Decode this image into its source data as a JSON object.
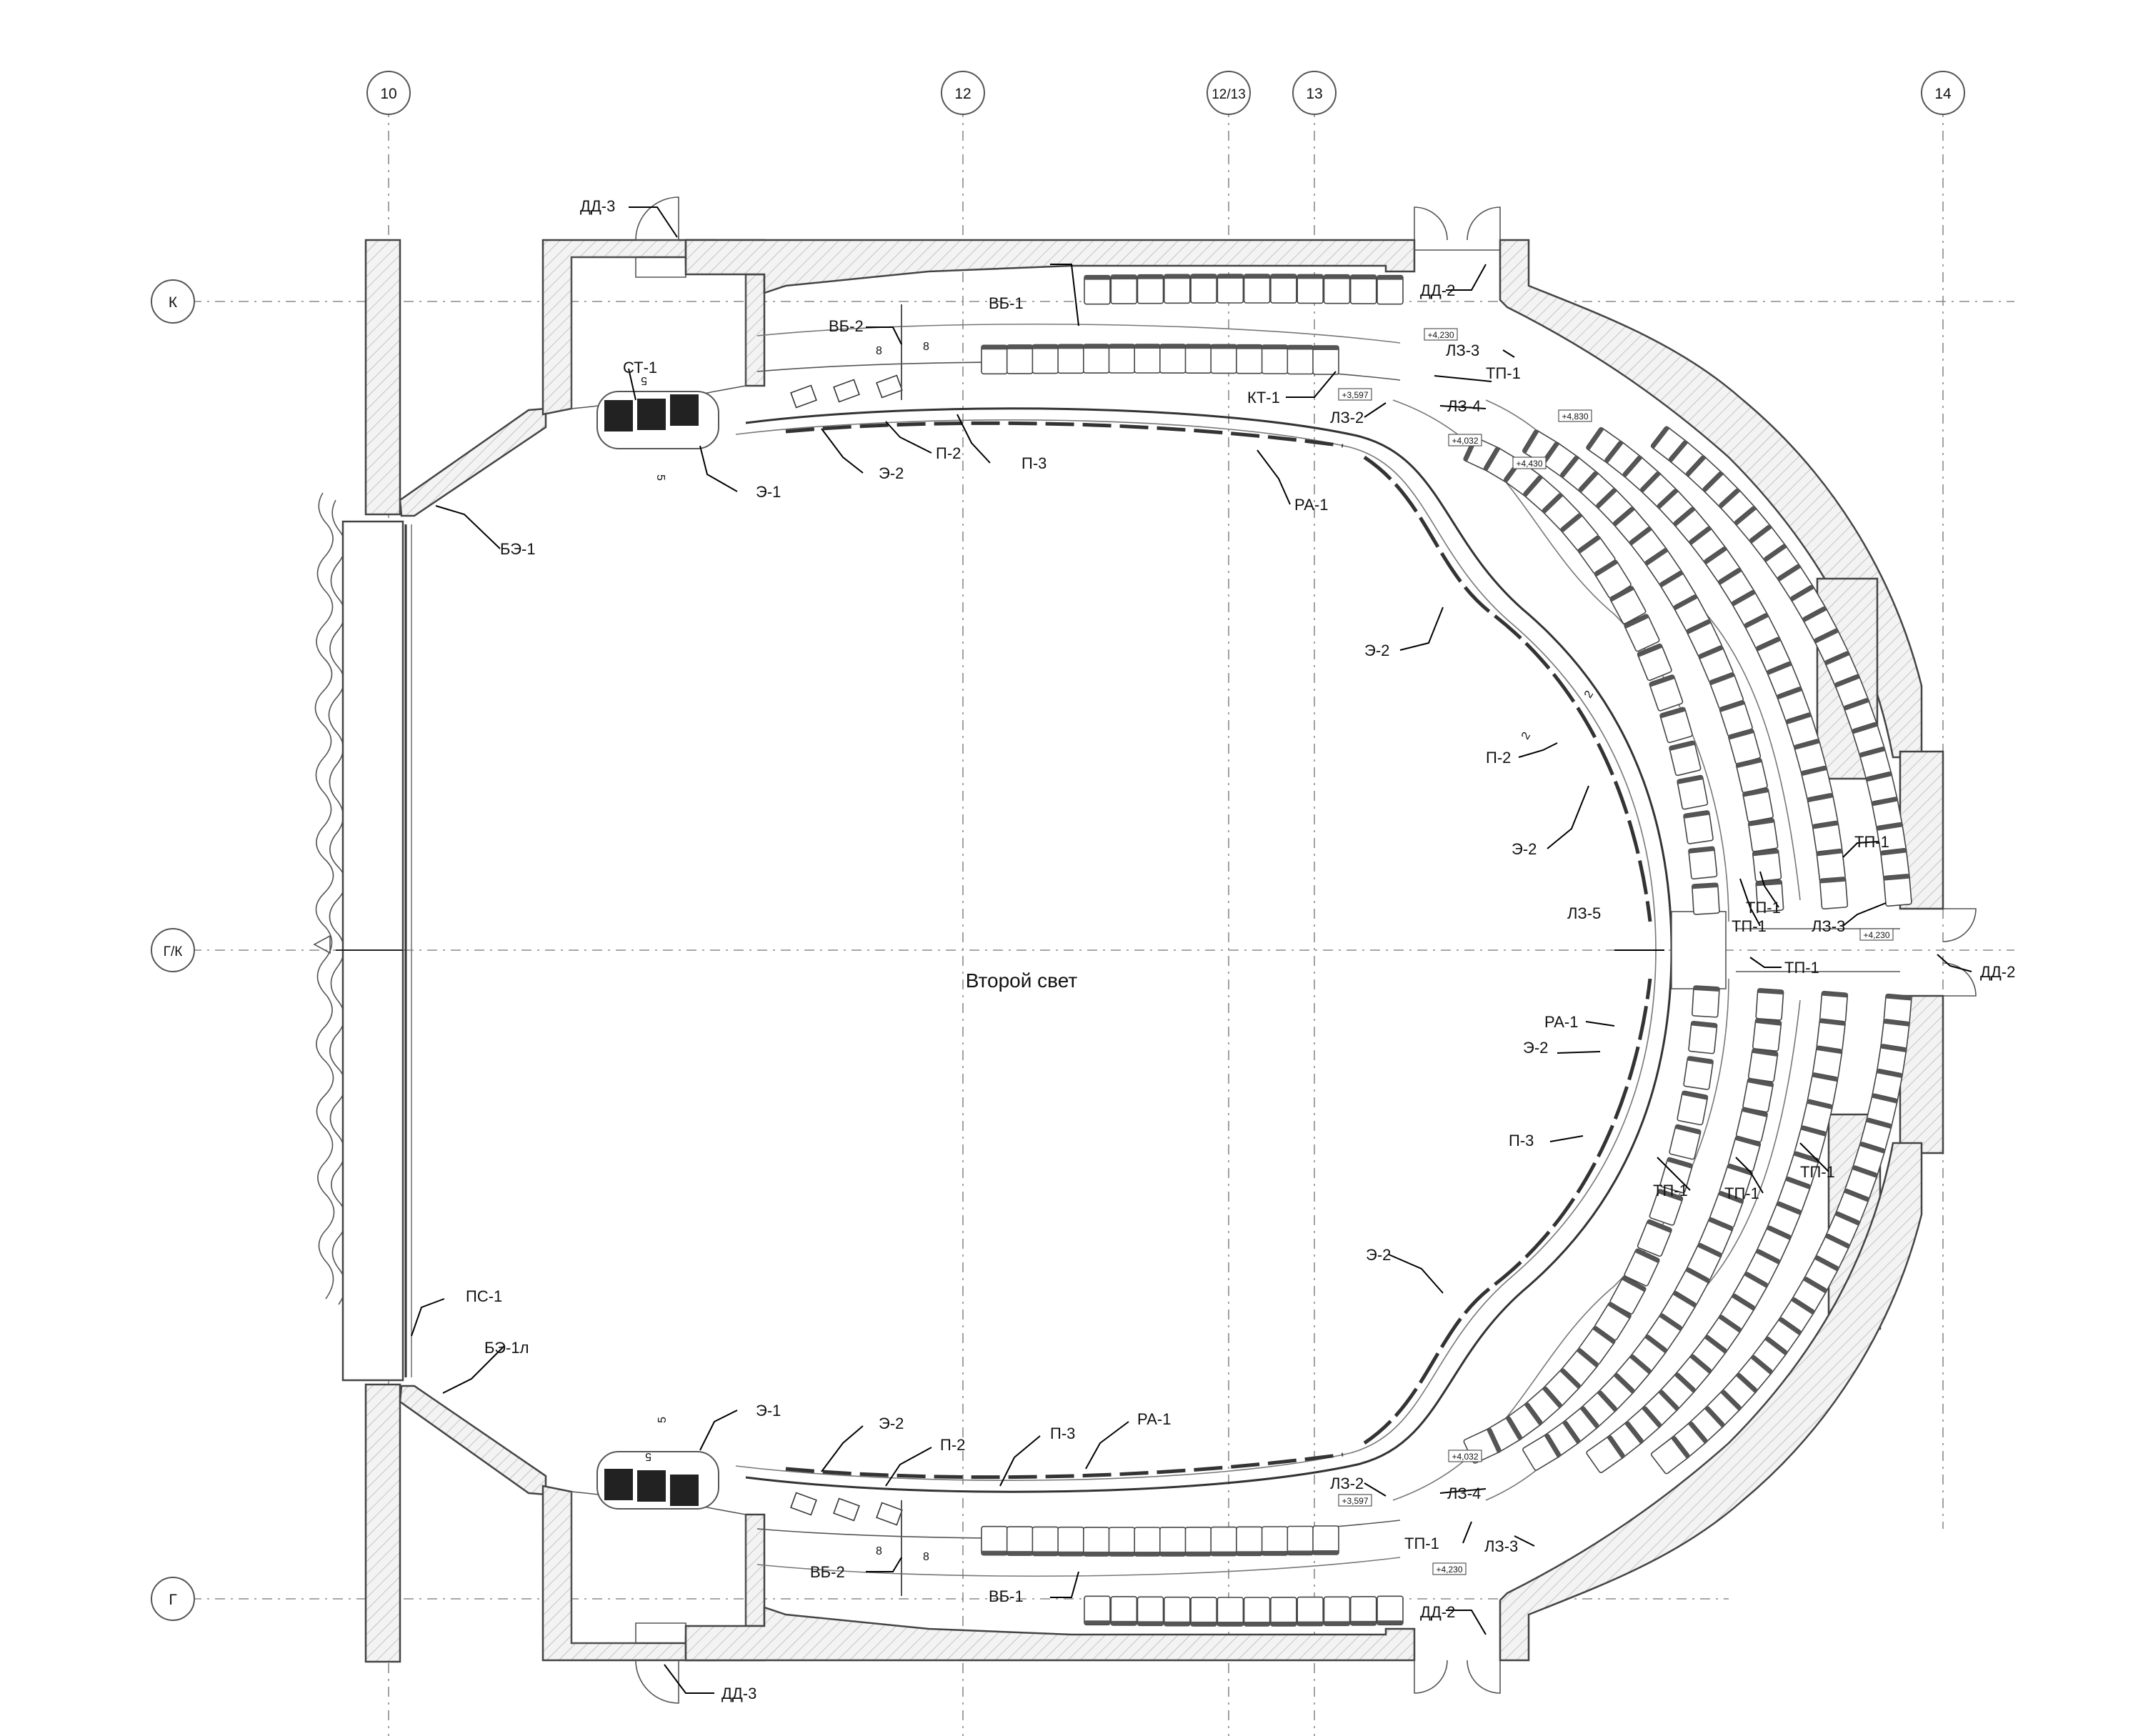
{
  "colors": {
    "ink": "#111111",
    "wall": "#e6e6e6",
    "axis": "#8a8a8a",
    "seat": "#ffffff"
  },
  "center_label": "Второй свет",
  "axes_top": [
    "10",
    "12",
    "12/13",
    "13",
    "14"
  ],
  "axes_left": [
    "К",
    "Г/К",
    "Г"
  ],
  "elevations": [
    "+4,230",
    "+3,597",
    "+4,830",
    "+4,430",
    "+4,032",
    "+4,032",
    "+3,597",
    "+4,230",
    "+4,230"
  ],
  "dims": [
    "5",
    "5",
    "8",
    "8",
    "2",
    "2",
    "5",
    "5",
    "8",
    "8"
  ],
  "tags": [
    "ДД-3",
    "ДД-2",
    "ВБ-1",
    "ВБ-2",
    "СТ-1",
    "КТ-1",
    "ЛЗ-3",
    "ТП-1",
    "ЛЗ-2",
    "ЛЗ-4",
    "П-2",
    "П-3",
    "Э-2",
    "Э-1",
    "РА-1",
    "БЭ-1",
    "Э-2",
    "П-2",
    "Э-2",
    "ТП-1",
    "ТП-1",
    "ТП-1",
    "ЛЗ-3",
    "ЛЗ-5",
    "ТП-1",
    "ДД-2",
    "РА-1",
    "Э-2",
    "П-3",
    "ТП-1",
    "ТП-1",
    "ТП-1",
    "Э-2",
    "ПС-1",
    "БЭ-1л",
    "Э-1",
    "Э-2",
    "П-2",
    "П-3",
    "РА-1",
    "ЛЗ-2",
    "ЛЗ-4",
    "ТП-1",
    "ЛЗ-3",
    "ВБ-2",
    "ВБ-1",
    "ДД-2",
    "ДД-3"
  ]
}
